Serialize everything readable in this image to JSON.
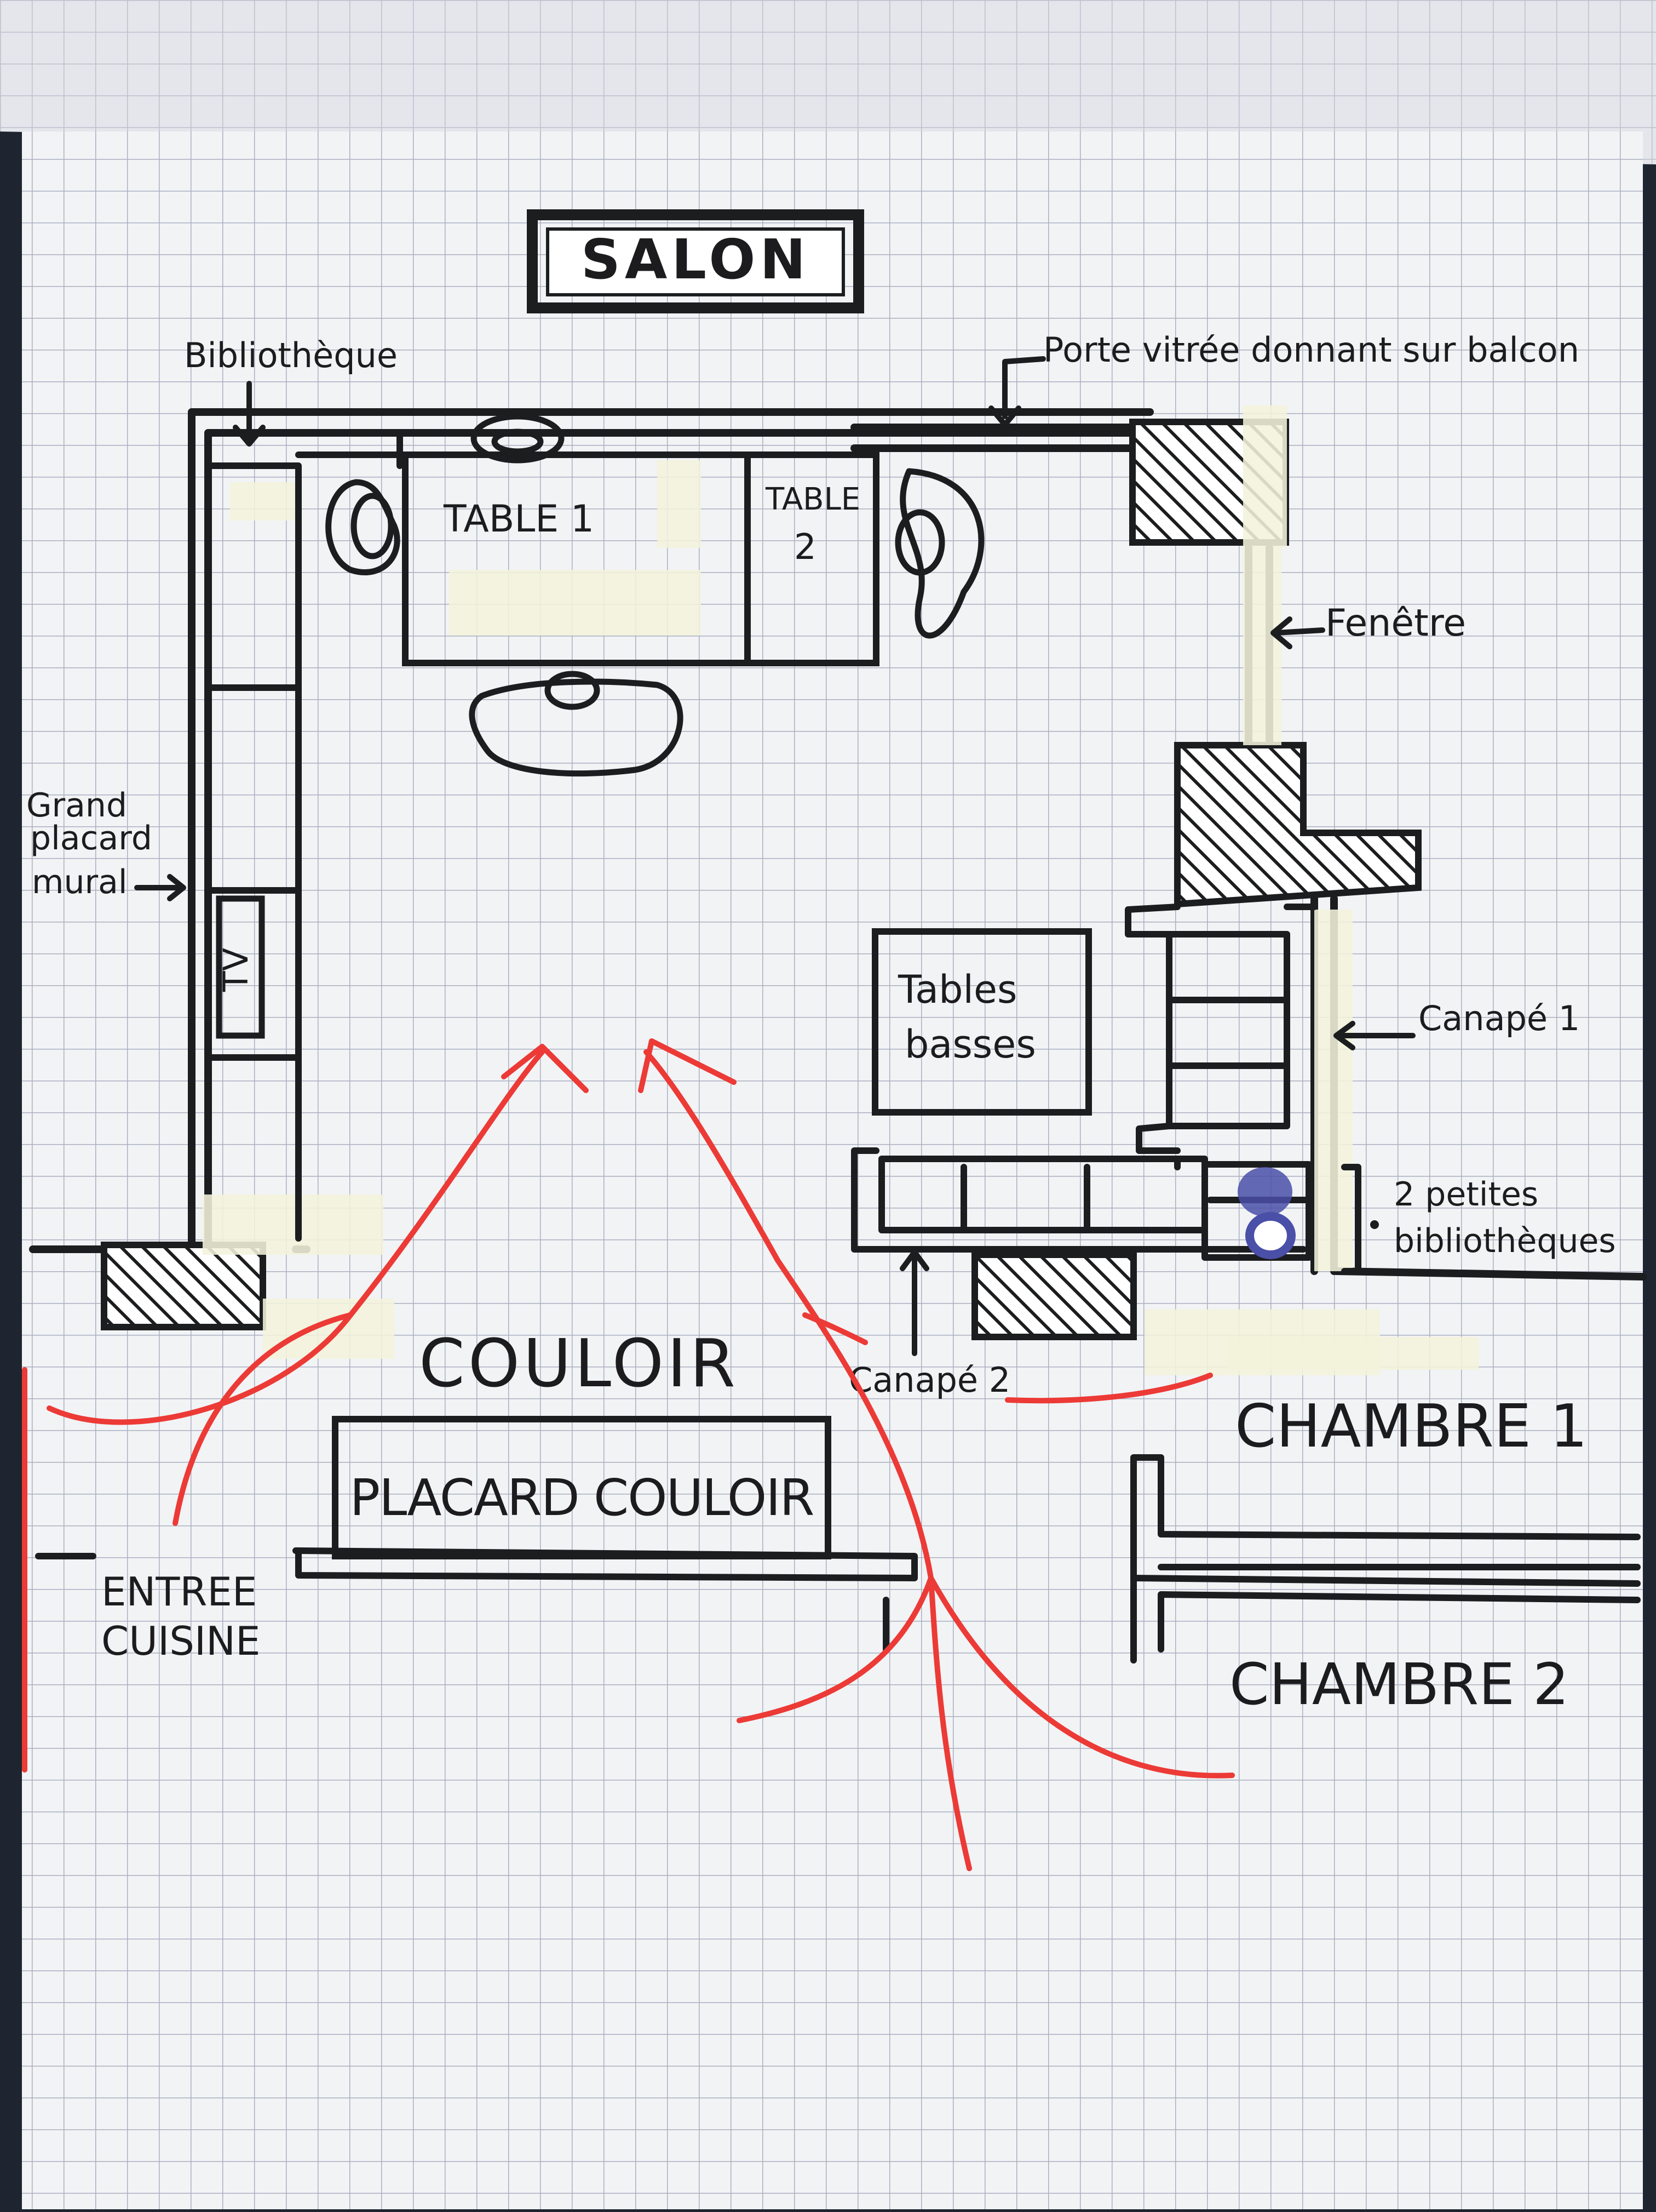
{
  "plan": {
    "title": "SALON",
    "labels": {
      "bibliotheque": "Bibliothèque",
      "porte_vitree": "Porte vitrée donnant sur balcon",
      "fenetre": "Fenêtre",
      "grand_placard_1": "Grand",
      "grand_placard_2": "placard",
      "grand_placard_3": "mural",
      "tv": "TV",
      "table_1": "TABLE 1",
      "table_2_a": "TABLE",
      "table_2_b": "2",
      "tables_basses_1": "Tables",
      "tables_basses_2": "basses",
      "canape_1": "Canapé 1",
      "petites_biblio_1": "2 petites",
      "petites_biblio_2": "bibliothèques",
      "canape_2": "Canapé 2",
      "couloir": "COULOIR",
      "placard_couloir": "PLACARD COULOIR",
      "entree_cuisine_1": "ENTREE",
      "entree_cuisine_2": "CUISINE",
      "chambre_1": "CHAMBRE 1",
      "chambre_2": "CHAMBRE 2"
    }
  },
  "colors": {
    "paper": "#f2f3f5",
    "grid": "#a9afc0",
    "ink": "#1b1d1f",
    "arrows": "#ec3a36",
    "tape": "#f3f2dc",
    "figurine": "#4a4fa8"
  }
}
